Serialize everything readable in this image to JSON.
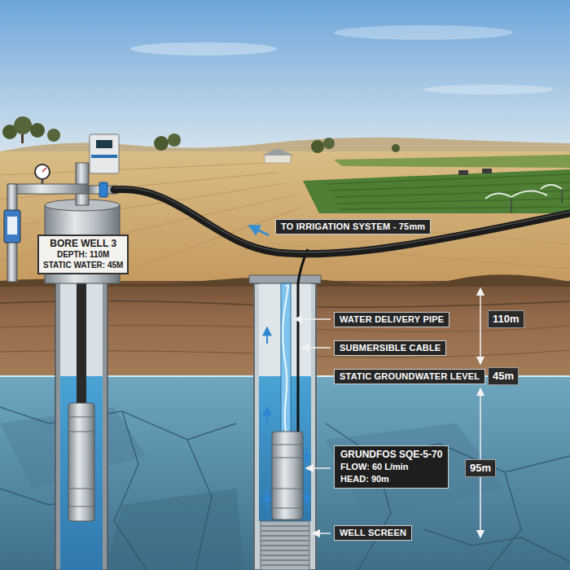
{
  "diagram": {
    "nodes": [
      {
        "text": [
          "BORE WELL 3",
          "DEPTH: 110M",
          "STATIC WATER: 45M"
        ]
      },
      {
        "text": [
          "TO IRRIGATION SYSTEM - 75mm"
        ]
      },
      {
        "text": [
          "WATER DELIVERY PIPE"
        ]
      },
      {
        "text": [
          "110m"
        ]
      },
      {
        "text": [
          "SUBMERSIBLE CABLE"
        ]
      },
      {
        "text": [
          "STATIC GROUNDWATER LEVEL"
        ]
      },
      {
        "text": [
          "45m"
        ]
      },
      {
        "text": [
          "GRUNDFOS SQE-5-70",
          "FLOW: 60 L/min",
          "HEAD: 90m"
        ]
      },
      {
        "text": [
          "95m"
        ]
      },
      {
        "text": [
          "WELL SCREEN"
        ]
      }
    ]
  }
}
